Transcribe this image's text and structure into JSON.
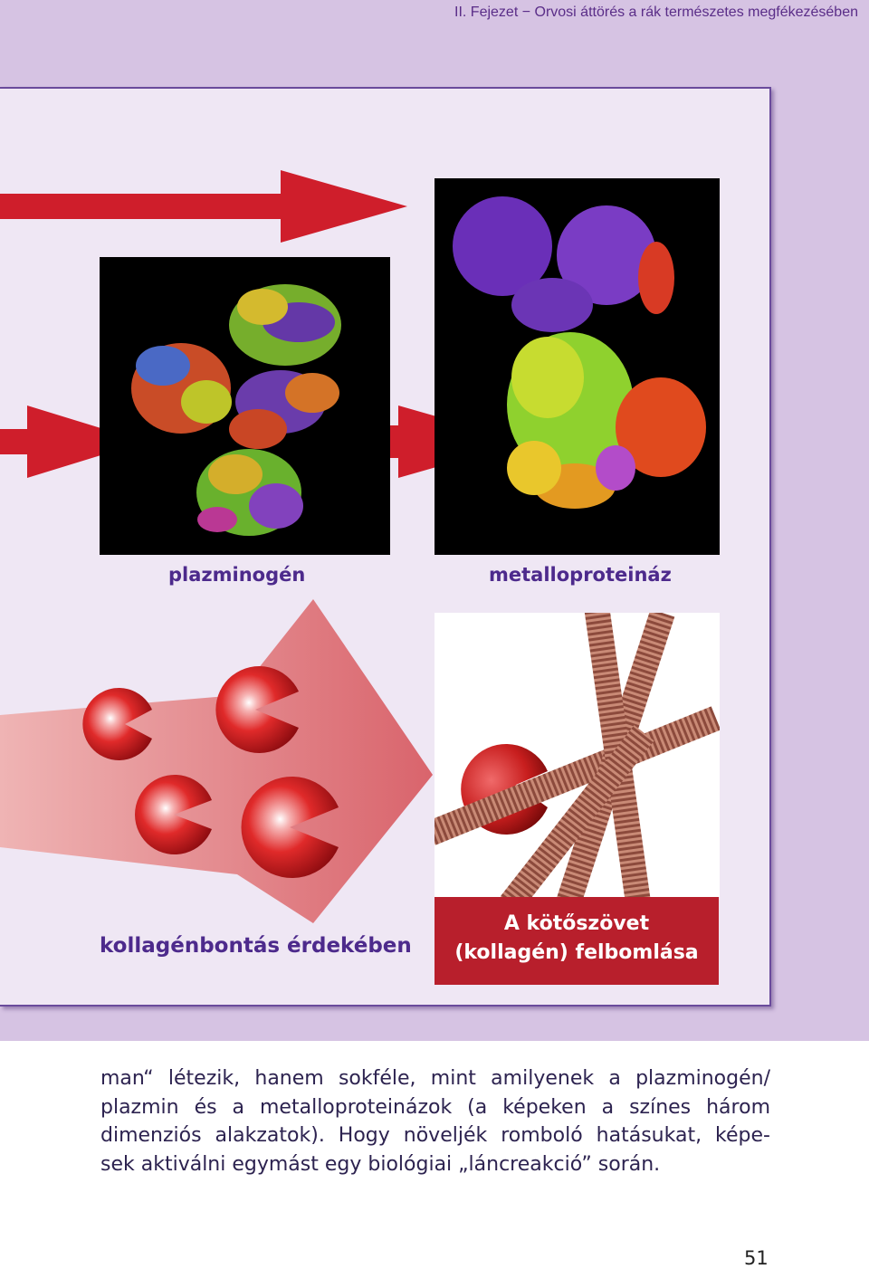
{
  "header": {
    "text": "II. Fejezet − Orvosi áttörés a rák természetes megfékezésében"
  },
  "figure": {
    "caption_plazminogen": "plazminogén",
    "caption_metalloproteinaz": "metalloproteináz",
    "caption_kollagenbontas": "kollagénbontás érdekében",
    "box_line1": "A kötőszövet",
    "box_line2": "(kollagén) felbomlása",
    "colors": {
      "panel_bg": "#efe7f4",
      "band_bg": "#d6c3e3",
      "accent_red": "#b81f2c",
      "caption_purple": "#4d2a8c"
    },
    "images": [
      "plazminogen-protein-structure",
      "metalloproteinaz-protein-structure",
      "collagen-breakdown-illustration"
    ]
  },
  "body": {
    "lines": [
      "man“ létezik, hanem sokféle, mint amilyenek a plazminogén/",
      "plazmin és a metalloproteinázok (a képeken a színes három",
      "dimenziós alakzatok). Hogy növeljék romboló hatásukat, képe-",
      "sek aktiválni egymást egy biológiai „láncreakció” során."
    ]
  },
  "page_number": "51"
}
